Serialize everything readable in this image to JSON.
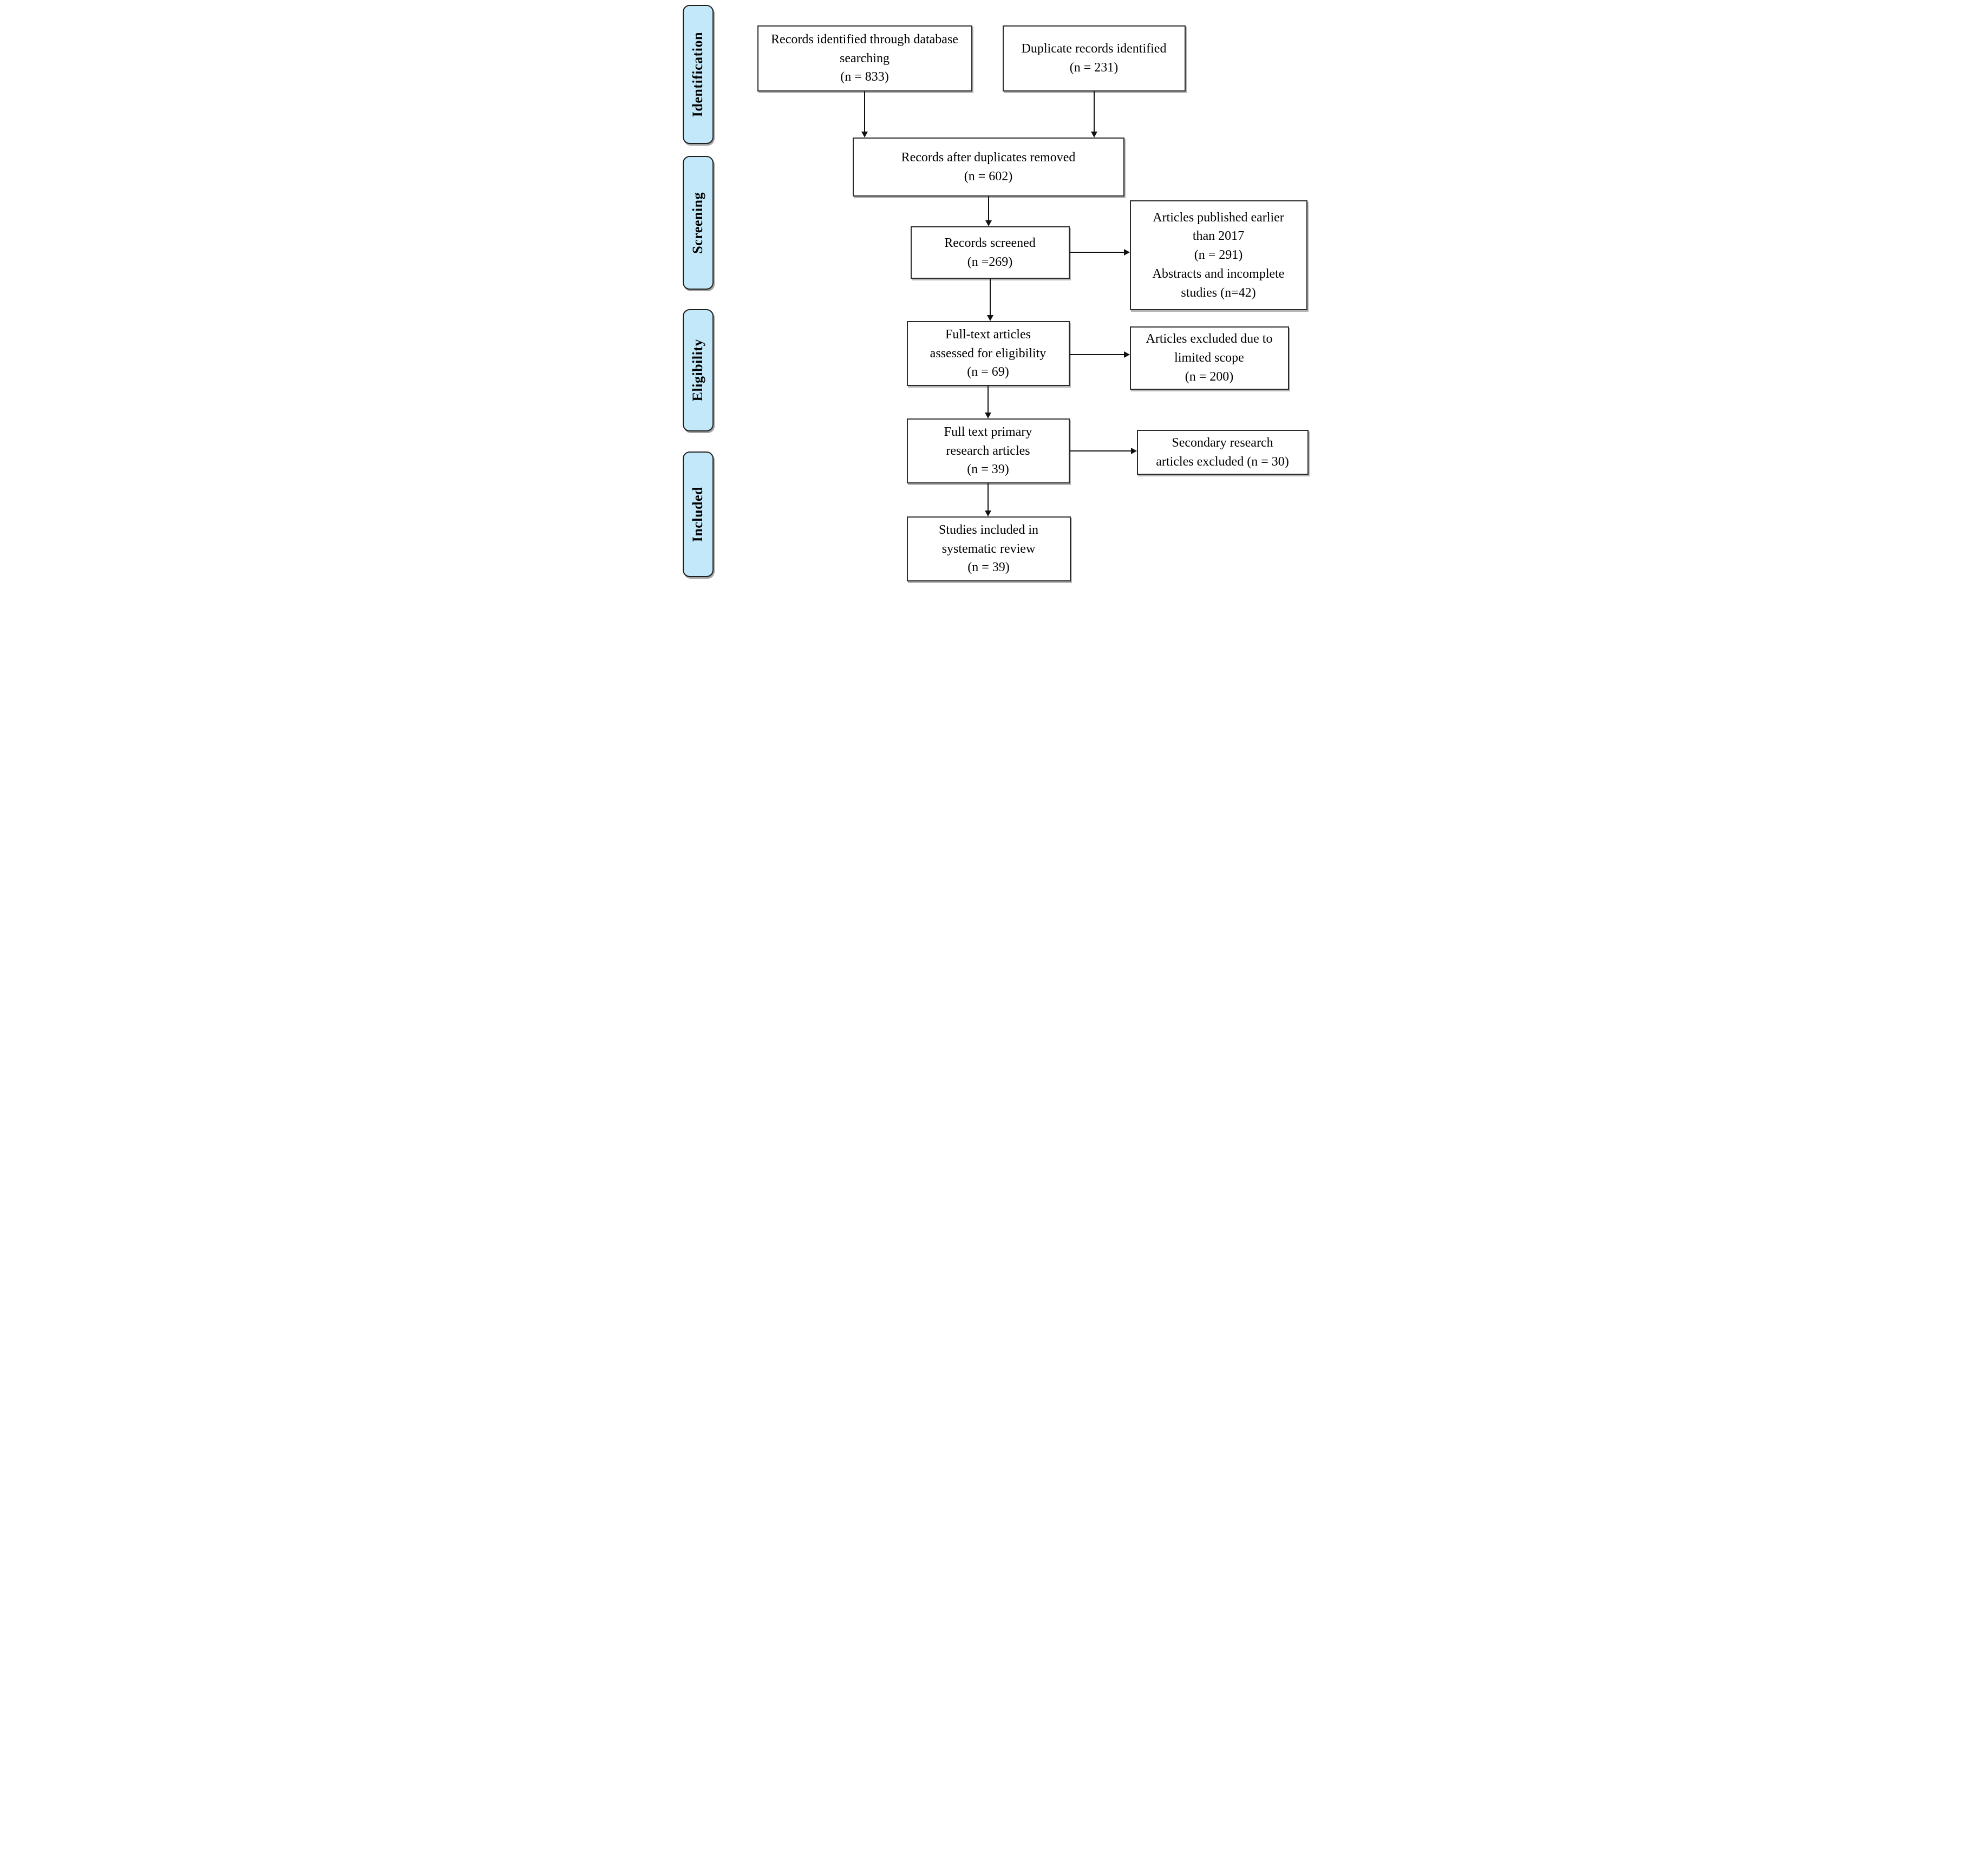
{
  "figure": {
    "kind": "flow-diagram"
  },
  "colors": {
    "background": "#ffffff",
    "stage_label_fill": "#c2e8f9",
    "box_fill": "#ffffff",
    "border": "#2b2b2b",
    "arrow": "#111111",
    "text": "#000000"
  },
  "sidebar": {
    "items": [
      {
        "label": "Identification"
      },
      {
        "label": "Screening"
      },
      {
        "label": "Eligibility"
      },
      {
        "label": "Included"
      }
    ]
  },
  "boxes": {
    "records_identified": "Records identified through database\nsearching\n(n = 833)",
    "duplicates_identified": "Duplicate records identified\n(n = 231)",
    "after_duplicates": "Records after duplicates removed\n(n = 602)",
    "records_screened": "Records screened\n(n =269)",
    "screening_excluded": "Articles published earlier\nthan 2017\n(n = 291)\nAbstracts and incomplete\nstudies (n=42)",
    "fulltext_assessed": "Full-text articles\nassessed for eligibility\n(n = 69)",
    "limited_scope_excluded": "Articles excluded due to\nlimited scope\n(n = 200)",
    "fulltext_primary": "Full text primary\nresearch articles\n(n = 39)",
    "secondary_excluded": "Secondary research\narticles excluded (n = 30)",
    "included_review": "Studies included in\nsystematic review\n(n = 39)"
  }
}
